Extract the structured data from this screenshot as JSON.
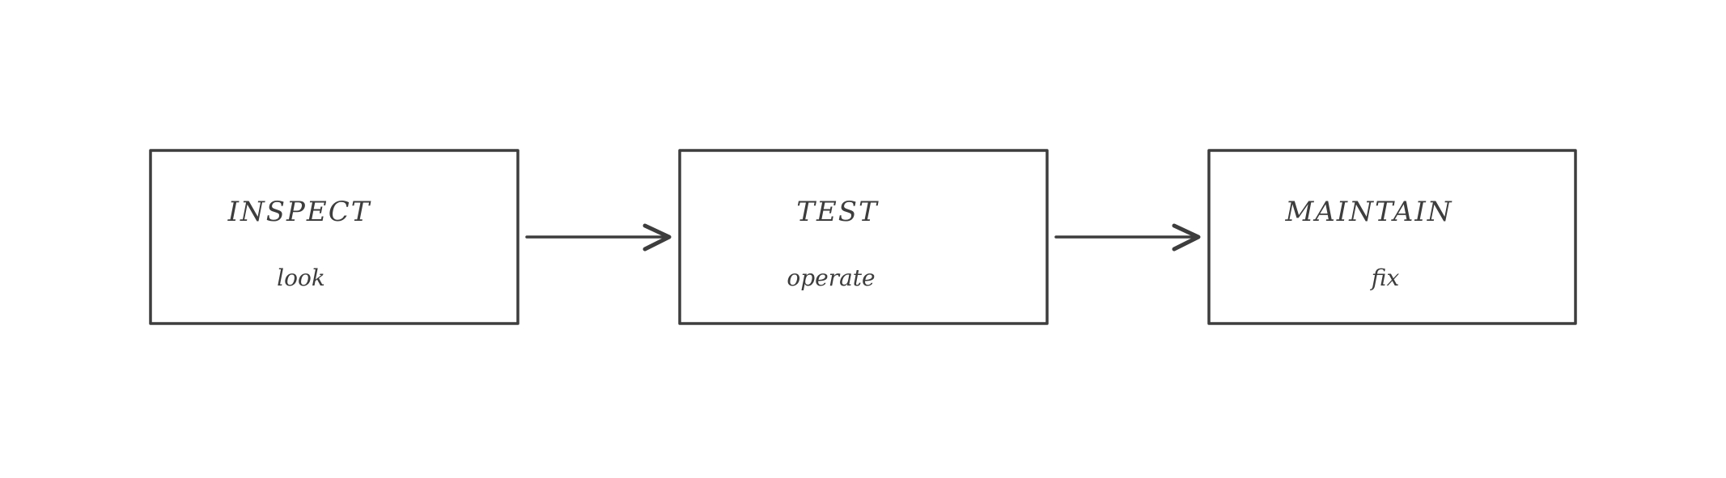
{
  "diagram": {
    "stroke_color": "#3d3d3d",
    "background": "#ffffff",
    "steps": [
      {
        "title": "INSPECT",
        "subtitle": "look"
      },
      {
        "title": "TEST",
        "subtitle": "operate"
      },
      {
        "title": "MAINTAIN",
        "subtitle": "fix"
      }
    ],
    "connectors": [
      {
        "from": "INSPECT",
        "to": "TEST"
      },
      {
        "from": "TEST",
        "to": "MAINTAIN"
      }
    ]
  }
}
